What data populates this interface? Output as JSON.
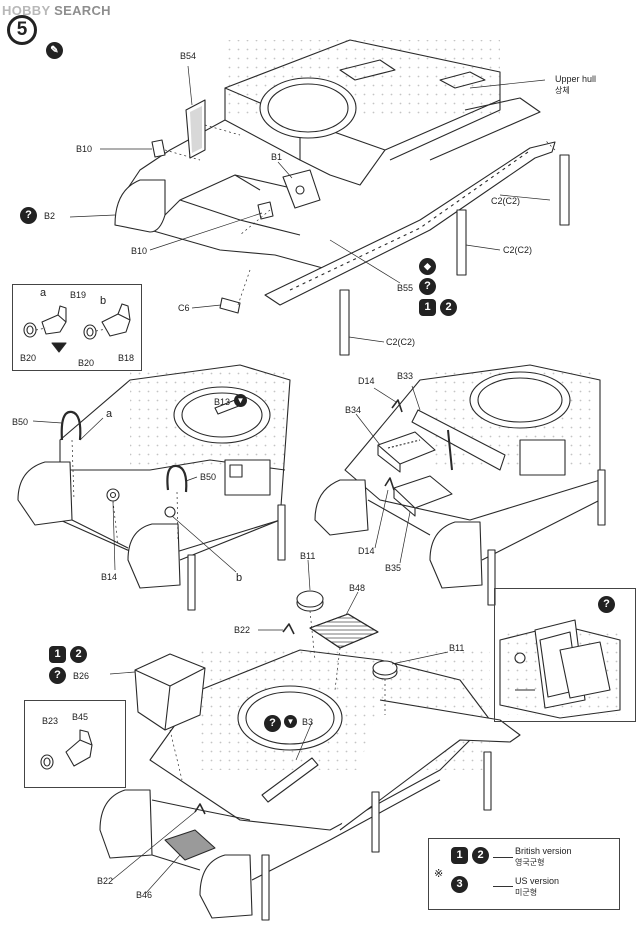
{
  "watermark": {
    "prefix": "HOBBY",
    "suffix": "SEARCH",
    "full": "HOBBY SEARCH"
  },
  "step": {
    "number": "5"
  },
  "labels": {
    "b54": "B54",
    "b10a": "B10",
    "b1": "B1",
    "b2": "B2",
    "b10b": "B10",
    "c6": "C6",
    "b55": "B55",
    "c2a": "C2(C2)",
    "c2b": "C2(C2)",
    "c2c": "C2(C2)",
    "upper_hull": "Upper hull",
    "upper_hull_kr": "상체",
    "a": "a",
    "b": "b",
    "b19": "B19",
    "b18": "B18",
    "b20a": "B20",
    "b20b": "B20",
    "b50a": "B50",
    "a2": "a",
    "b13": "B13",
    "b50b": "B50",
    "b14": "B14",
    "b2b": "b",
    "d14a": "D14",
    "b33": "B33",
    "b34": "B34",
    "d14b": "D14",
    "b35": "B35",
    "b11a": "B11",
    "b48": "B48",
    "b22a": "B22",
    "b11b": "B11",
    "b26": "B26",
    "b23": "B23",
    "b45": "B45",
    "b3": "B3",
    "b22b": "B22",
    "b46": "B46"
  },
  "badges": {
    "q": "?",
    "one": "1",
    "two": "2",
    "three": "3",
    "arrow": "◆",
    "q_arrow": "?"
  },
  "legend": {
    "british": "British version",
    "british_kr": "영국군형",
    "us": "US version",
    "us_kr": "미군형",
    "mark": "※"
  }
}
